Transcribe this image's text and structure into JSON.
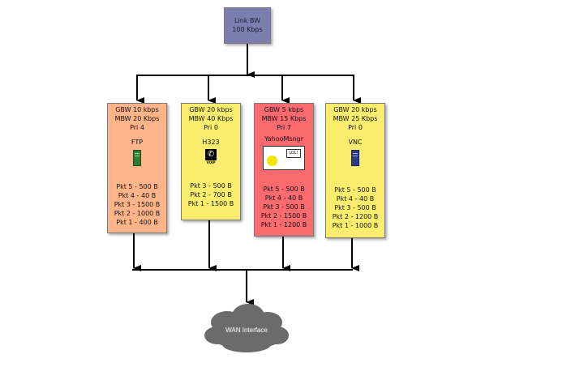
{
  "link": {
    "line1": "Link BW",
    "line2": "100 Kbps",
    "color": "#7b7fb0"
  },
  "queues": [
    {
      "gbw": "GBW 10 kbps",
      "mbw": "MBW 20 Kbps",
      "pri": "Pri 4",
      "app": "FTP",
      "icon": "server-green-icon",
      "color": "#ffb489",
      "packets": [
        "Pkt 5 - 500 B",
        "Pkt 4 - 40 B",
        "Pkt 3 - 1500 B",
        "Pkt 2 - 1000 B",
        "Pkt 1 - 400 B"
      ]
    },
    {
      "gbw": "GBW 20 kbps",
      "mbw": "MBW 40 Kbps",
      "pri": "Pri 0",
      "app": "H323",
      "icon": "voip-phone-icon",
      "icon_label": "VOIP",
      "color": "#fbee6e",
      "packets": [
        "Pkt 3 - 500 B",
        "Pkt 2 - 700 B",
        "Pkt 1 - 1500 B"
      ]
    },
    {
      "gbw": "GBW 5 kbps",
      "mbw": "MBW 15 Kbps",
      "pri": "Pri 7",
      "app": "YahooMsngr",
      "icon": "chat-smiley-icon",
      "icon_label": "LOL!",
      "color": "#fb6a6f",
      "packets": [
        "Pkt 5 - 500 B",
        "Pkt 4 - 40 B",
        "Pkt 3 - 500 B",
        "Pkt 2 - 1500 B",
        "Pkt 1 - 1200 B"
      ]
    },
    {
      "gbw": "GBW 20 kbps",
      "mbw": "MBW 25 Kbps",
      "pri": "Pri 0",
      "app": "VNC",
      "icon": "server-blue-icon",
      "color": "#fbee6e",
      "packets": [
        "Pkt 5 - 500 B",
        "Pkt 4 - 40 B",
        "Pkt 3 - 500 B",
        "Pkt 2 - 1200 B",
        "Pkt 1 - 1000 B"
      ]
    }
  ],
  "wan": {
    "label": "WAN Interface",
    "color": "#6b6b6b"
  }
}
